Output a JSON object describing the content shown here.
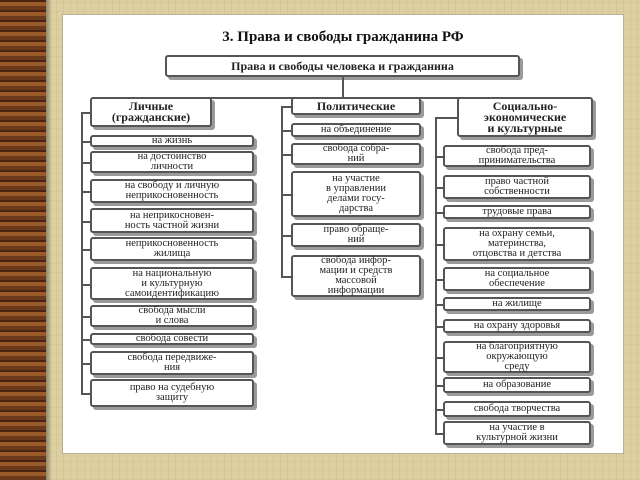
{
  "title": "3. Права и свободы гражданина РФ",
  "diagram": {
    "root": "Права и свободы человека и гражданина",
    "columns": [
      {
        "header": "Личные\n(гражданские)",
        "items": [
          "на жизнь",
          "на достоинство\nличности",
          "на свободу и личную\nнеприкосновенность",
          "на неприкосновен-\nность частной жизни",
          "неприкосновенность\nжилища",
          "на национальную\nи культурную\nсамоидентификацию",
          "свобода мысли\nи слова",
          "свобода совести",
          "свобода передвиже-\nния",
          "право на судебную\nзащиту"
        ]
      },
      {
        "header": "Политические",
        "items": [
          "на объединение",
          "свобода собра-\nний",
          "на участие\nв управлении\nделами госу-\nдарства",
          "право обраще-\nний",
          "свобода инфор-\nмации и средств\nмассовой\nинформации"
        ]
      },
      {
        "header": "Социально-\nэкономические\nи культурные",
        "items": [
          "свобода пред-\nпринимательства",
          "право частной\nсобственности",
          "трудовые права",
          "на охрану семьи,\nматеринства,\nотцовства и детства",
          "на социальное\nобеспечение",
          "на жилище",
          "на охрану здоровья",
          "на благоприятную\nокружающую\nсреду",
          "на образование",
          "свобода творчества",
          "на участие в\nкультурной жизни"
        ]
      }
    ]
  }
}
